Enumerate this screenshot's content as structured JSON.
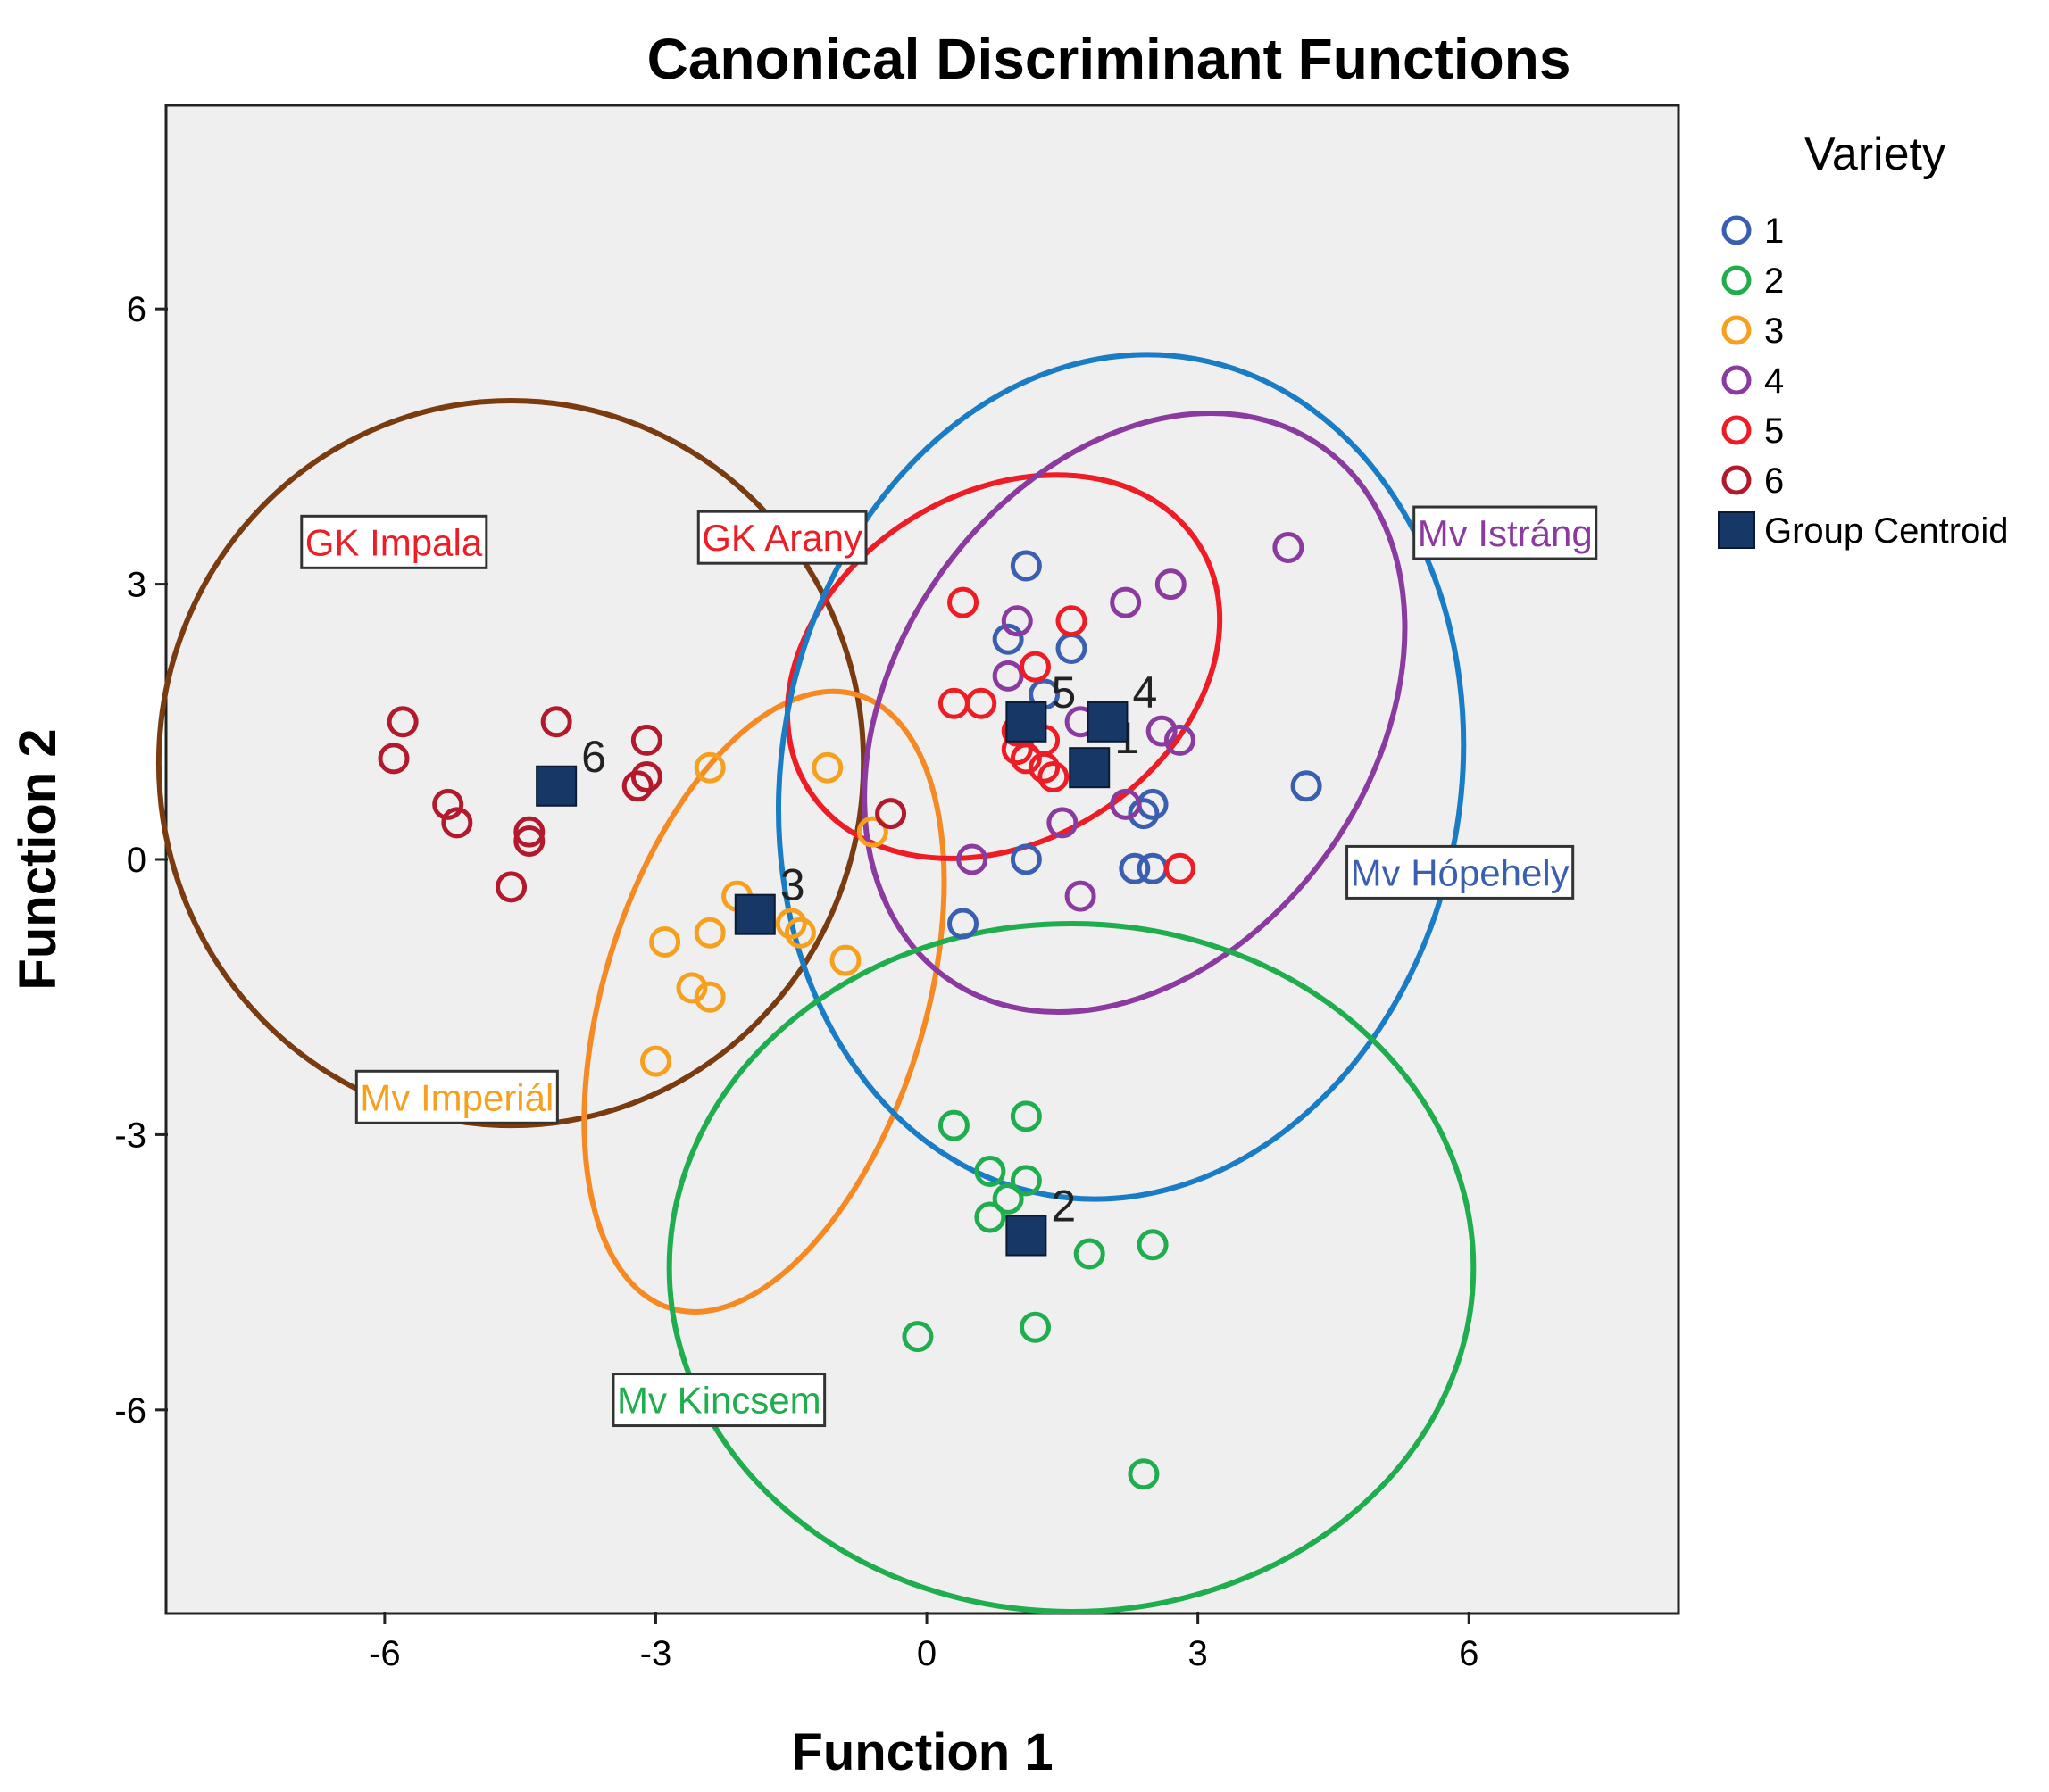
{
  "chart_data": {
    "type": "scatter",
    "title": "Canonical Discriminant Functions",
    "xlabel": "Function 1",
    "ylabel": "Function 2",
    "xlim": [
      -8.4,
      8.3
    ],
    "ylim": [
      -8.2,
      8.2
    ],
    "xticks": [
      -6,
      -3,
      0,
      3,
      6
    ],
    "yticks": [
      6,
      3,
      0,
      -3,
      -6
    ],
    "xtick_labels": [
      "-6",
      "-3",
      "0",
      "3",
      "6"
    ],
    "ytick_labels": [
      "6",
      "3",
      "0",
      "-3",
      "-6"
    ],
    "grid": false,
    "plot_background": "#efefef",
    "legend": {
      "title": "Variety",
      "position": "right",
      "entries": [
        "1",
        "2",
        "3",
        "4",
        "5",
        "6"
      ],
      "centroid_entry": "Group Centroid"
    },
    "series": [
      {
        "name": "1",
        "color": "#3a5fb0",
        "points": [
          [
            1.1,
            3.2
          ],
          [
            0.9,
            2.4
          ],
          [
            1.6,
            2.3
          ],
          [
            1.3,
            1.8
          ],
          [
            2.5,
            0.6
          ],
          [
            2.4,
            0.5
          ],
          [
            2.3,
            -0.1
          ],
          [
            2.5,
            -0.1
          ],
          [
            1.1,
            0.0
          ],
          [
            0.4,
            -0.7
          ],
          [
            4.2,
            0.8
          ]
        ]
      },
      {
        "name": "2",
        "color": "#1fad4d",
        "points": [
          [
            1.1,
            -2.8
          ],
          [
            0.3,
            -2.9
          ],
          [
            0.7,
            -3.4
          ],
          [
            1.1,
            -3.5
          ],
          [
            0.9,
            -3.7
          ],
          [
            0.7,
            -3.9
          ],
          [
            1.8,
            -4.3
          ],
          [
            2.5,
            -4.2
          ],
          [
            1.2,
            -5.1
          ],
          [
            -0.1,
            -5.2
          ],
          [
            2.4,
            -6.7
          ]
        ]
      },
      {
        "name": "3",
        "color": "#f5a01e",
        "points": [
          [
            -2.4,
            1.0
          ],
          [
            -1.1,
            1.0
          ],
          [
            -0.6,
            0.3
          ],
          [
            -2.1,
            -0.4
          ],
          [
            -2.4,
            -0.8
          ],
          [
            -1.5,
            -0.7
          ],
          [
            -1.4,
            -0.8
          ],
          [
            -2.9,
            -0.9
          ],
          [
            -0.9,
            -1.1
          ],
          [
            -2.6,
            -1.4
          ],
          [
            -2.4,
            -1.5
          ],
          [
            -3.0,
            -2.2
          ]
        ]
      },
      {
        "name": "4",
        "color": "#8b3aa0",
        "points": [
          [
            4.0,
            3.4
          ],
          [
            2.7,
            3.0
          ],
          [
            2.2,
            2.8
          ],
          [
            1.0,
            2.6
          ],
          [
            0.9,
            2.0
          ],
          [
            2.6,
            1.4
          ],
          [
            2.8,
            1.3
          ],
          [
            1.7,
            1.5
          ],
          [
            1.5,
            0.4
          ],
          [
            2.2,
            0.6
          ],
          [
            1.7,
            -0.4
          ],
          [
            0.5,
            -0.0
          ]
        ]
      },
      {
        "name": "5",
        "color": "#ee1c25",
        "points": [
          [
            0.4,
            2.8
          ],
          [
            1.6,
            2.6
          ],
          [
            1.2,
            2.1
          ],
          [
            0.3,
            1.7
          ],
          [
            0.6,
            1.7
          ],
          [
            1.0,
            1.4
          ],
          [
            1.3,
            1.3
          ],
          [
            1.0,
            1.2
          ],
          [
            1.1,
            1.1
          ],
          [
            1.3,
            1.0
          ],
          [
            1.4,
            0.9
          ],
          [
            2.8,
            -0.1
          ]
        ]
      },
      {
        "name": "6",
        "color": "#b3192c",
        "points": [
          [
            -5.8,
            1.5
          ],
          [
            -5.9,
            1.1
          ],
          [
            -4.1,
            1.5
          ],
          [
            -3.1,
            1.3
          ],
          [
            -3.1,
            0.9
          ],
          [
            -3.2,
            0.8
          ],
          [
            -5.3,
            0.6
          ],
          [
            -5.2,
            0.4
          ],
          [
            -4.4,
            0.3
          ],
          [
            -4.4,
            0.2
          ],
          [
            -4.6,
            -0.3
          ],
          [
            -0.4,
            0.5
          ]
        ]
      }
    ],
    "centroids": [
      {
        "label": "1",
        "x": 1.8,
        "y": 1.0
      },
      {
        "label": "2",
        "x": 1.1,
        "y": -4.1
      },
      {
        "label": "3",
        "x": -1.9,
        "y": -0.6
      },
      {
        "label": "4",
        "x": 2.0,
        "y": 1.5
      },
      {
        "label": "5",
        "x": 1.1,
        "y": 1.5
      },
      {
        "label": "6",
        "x": -4.1,
        "y": 0.8
      }
    ],
    "centroid_color": "#173866",
    "ellipses": [
      {
        "name": "6",
        "cx": -4.6,
        "cy": 1.05,
        "rx": 3.9,
        "ry": 3.95,
        "angle": 0,
        "color": "#7a3b10"
      },
      {
        "name": "3",
        "cx": -1.8,
        "cy": -1.55,
        "rx": 3.55,
        "ry": 1.75,
        "angle": -73,
        "color": "#f58a25"
      },
      {
        "name": "5",
        "cx": 0.85,
        "cy": 2.1,
        "rx": 2.55,
        "ry": 1.9,
        "angle": -32,
        "color": "#ee1c25"
      },
      {
        "name": "4",
        "cx": 2.3,
        "cy": 1.6,
        "rx": 3.6,
        "ry": 2.6,
        "angle": -55,
        "color": "#8b3aa0"
      },
      {
        "name": "1",
        "cx": 2.15,
        "cy": 0.9,
        "rx": 4.7,
        "ry": 3.7,
        "angle": -80,
        "color": "#1a7cc5"
      },
      {
        "name": "2",
        "cx": 1.6,
        "cy": -4.45,
        "rx": 4.45,
        "ry": 3.75,
        "angle": 0,
        "color": "#1fad4d"
      }
    ],
    "annotations": [
      {
        "text": "GK Impala",
        "x": -5.9,
        "y": 3.45,
        "color": "#ee1c25"
      },
      {
        "text": "GK Arany",
        "x": -1.6,
        "y": 3.5,
        "color": "#ee1c25"
      },
      {
        "text": "Mv Istráng",
        "x": 6.4,
        "y": 3.55,
        "color": "#8b3aa0"
      },
      {
        "text": "Mv Hópehely",
        "x": 5.9,
        "y": -0.15,
        "color": "#3a5fb0"
      },
      {
        "text": "Mv Imperiál",
        "x": -5.2,
        "y": -2.6,
        "color": "#f5a01e"
      },
      {
        "text": "Mv Kincsem",
        "x": -2.3,
        "y": -5.9,
        "color": "#1fad4d"
      }
    ]
  }
}
